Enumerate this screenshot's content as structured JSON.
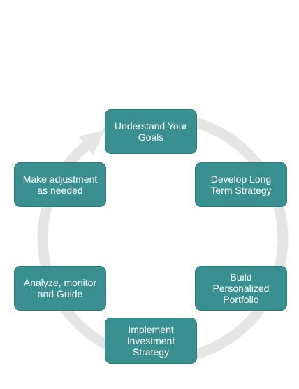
{
  "colors": {
    "box_fill": "#3a8f91",
    "box_border": "#2f7a7c",
    "box_text": "#ffffff",
    "ring": "#e5e5e5"
  },
  "steps": [
    {
      "label": "Understand Your\nGoals"
    },
    {
      "label": "Develop Long\nTerm Strategy"
    },
    {
      "label": "Build\nPersonalized\nPortfolio"
    },
    {
      "label": "Implement\nInvestment\nStrategy"
    },
    {
      "label": "Analyze, monitor\nand Guide"
    },
    {
      "label": "Make adjustment\nas needed"
    }
  ]
}
